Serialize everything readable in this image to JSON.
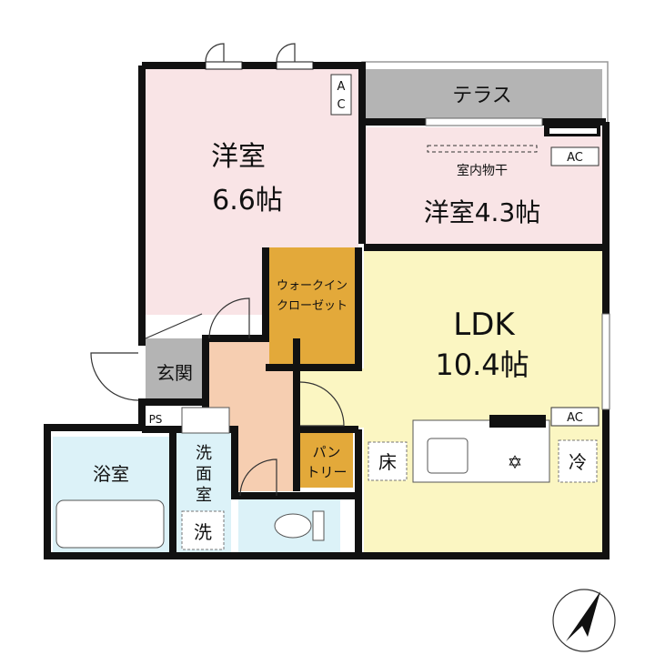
{
  "rooms": {
    "western1": {
      "name": "洋室",
      "size": "6.6帖"
    },
    "western2": {
      "name": "洋室4.3帖"
    },
    "terrace": "テラス",
    "indoor_drying": "室内物干",
    "ldk": {
      "name": "LDK",
      "size": "10.4帖"
    },
    "wic": {
      "line1": "ウォークイン",
      "line2": "クローゼット"
    },
    "entrance": "玄関",
    "ps": "PS",
    "bath": "浴室",
    "washroom": {
      "l1": "洗",
      "l2": "面",
      "l3": "室"
    },
    "washer": "洗",
    "pantry": {
      "line1": "パン",
      "line2": "トリー"
    },
    "floor_storage": "床",
    "fridge": "冷"
  },
  "ac": {
    "a": "A",
    "c": "C",
    "label": "AC"
  },
  "colors": {
    "pink": "#f9e4e6",
    "yellow": "#fbf6c2",
    "orange": "#e3a93a",
    "gray": "#b4b4b4",
    "peach": "#f6ceb1",
    "blue": "#dcf2f8"
  }
}
